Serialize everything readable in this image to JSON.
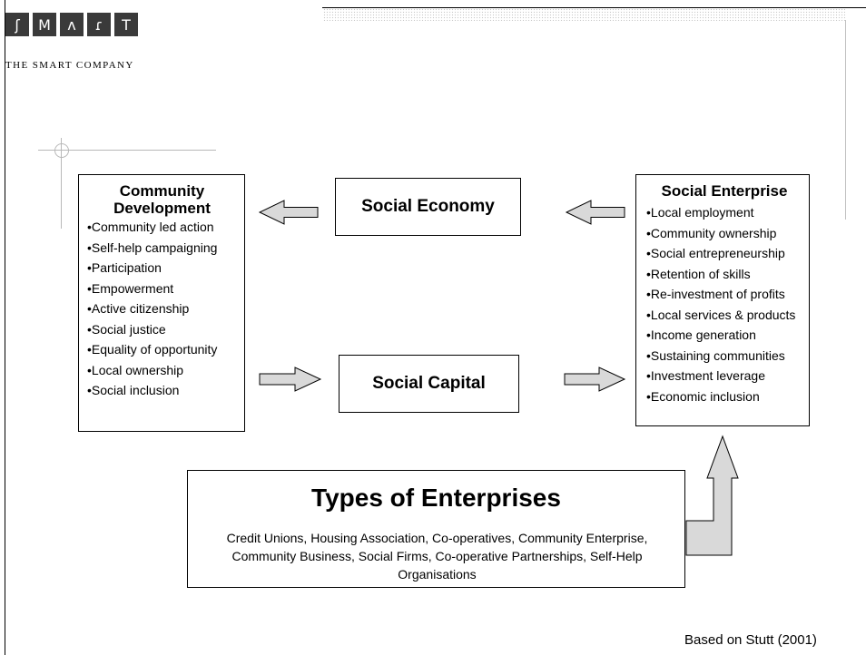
{
  "logo": {
    "letters": [
      "ʃ",
      "M",
      "ʌ",
      "ɾ",
      "T"
    ],
    "subtitle": "THE SMART COMPANY"
  },
  "community_development": {
    "title": "Community Development",
    "items": [
      "Community led action",
      "Self-help campaigning",
      "Participation",
      "Empowerment",
      "Active citizenship",
      "Social justice",
      "Equality of opportunity",
      "Local ownership",
      "Social inclusion"
    ]
  },
  "social_economy": {
    "label": "Social Economy"
  },
  "social_capital": {
    "label": "Social Capital"
  },
  "social_enterprise": {
    "title": "Social Enterprise",
    "items": [
      "Local employment",
      "Community ownership",
      "Social entrepreneurship",
      "Retention of skills",
      "Re-investment of profits",
      "Local services & products",
      "Income generation",
      "Sustaining communities",
      "Investment leverage",
      "Economic inclusion"
    ]
  },
  "types_of_enterprises": {
    "title": "Types of Enterprises",
    "body": "Credit Unions, Housing Association, Co-operatives, Community Enterprise, Community Business, Social Firms, Co-operative Partnerships, Self-Help Organisations"
  },
  "source": "Based on Stutt (2001)",
  "colors": {
    "arrow_fill": "#d9d9d9",
    "logo_bg": "#3a3a3a"
  }
}
